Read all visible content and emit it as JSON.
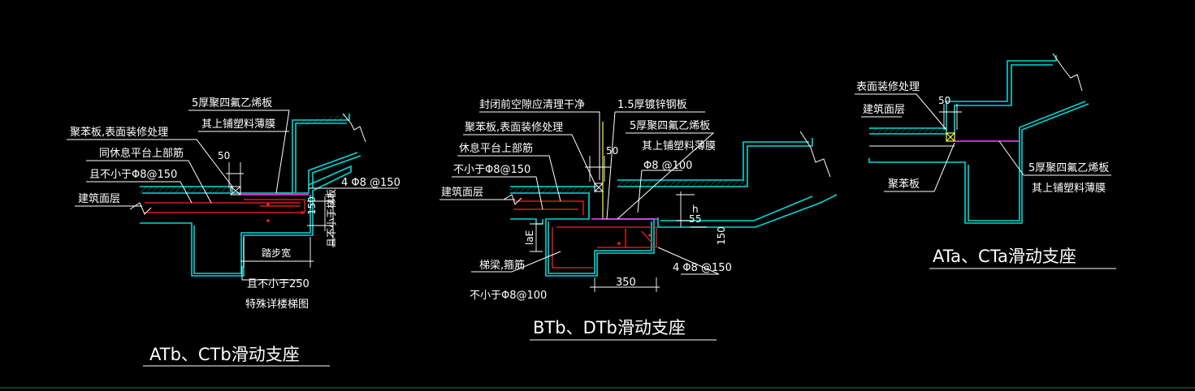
{
  "colors": {
    "background": "#000000",
    "concrete_outline": "#00d8d8",
    "rebar": "#ff2020",
    "ptfe_film": "#ff40ff",
    "filler": "#ffff40",
    "annotation": "#ffffff"
  },
  "details": {
    "atb": {
      "title": "ATb、CTb滑动支座",
      "labels": {
        "ptfe_1": "5厚聚四氟乙烯板",
        "ptfe_2": "其上铺塑料薄膜",
        "board_finish": "聚苯板,表面装修处理",
        "same_as_1": "同休息平台上部筋",
        "same_as_2": "且不小于Φ8@150",
        "dim_50": "50",
        "bar_4": "4 Φ8 @150",
        "floor_layer": "建筑面层",
        "dim_150": "150",
        "side_note": "且不小于梯板",
        "step_width": "踏步宽",
        "min_250": "且不小于250",
        "see_stair": "特殊详楼梯图"
      }
    },
    "btb": {
      "title": "BTb、DTb滑动支座",
      "labels": {
        "gap_clean": "封闭前空隙应清理干净",
        "steel_plate": "1.5厚镀锌钢板",
        "board_finish": "聚苯板,表面装修处理",
        "ptfe_1": "5厚聚四氟乙烯板",
        "ptfe_2": "其上铺塑料薄膜",
        "dim_50": "50",
        "landing_bar": "休息平台上部筋",
        "bar_phi8": "Φ8 @100",
        "min_bar": "不小于Φ8@150",
        "floor_layer": "建筑面层",
        "dim_h": "h",
        "dim_5": "5",
        "dim_5b": "5",
        "dim_150": "150",
        "la": "laE",
        "beam_stirrup": "梯梁,箍筋",
        "min_stirrup": "不小于Φ8@100",
        "dim_350": "350",
        "bar_4": "4 Φ8 @150"
      }
    },
    "ata": {
      "title": "ATa、CTa滑动支座",
      "labels": {
        "surface_finish": "表面装修处理",
        "floor_layer": "建筑面层",
        "dim_50": "50",
        "foam_board": "聚苯板",
        "ptfe_1": "5厚聚四氟乙烯板",
        "ptfe_2": "其上铺塑料薄膜"
      }
    }
  }
}
